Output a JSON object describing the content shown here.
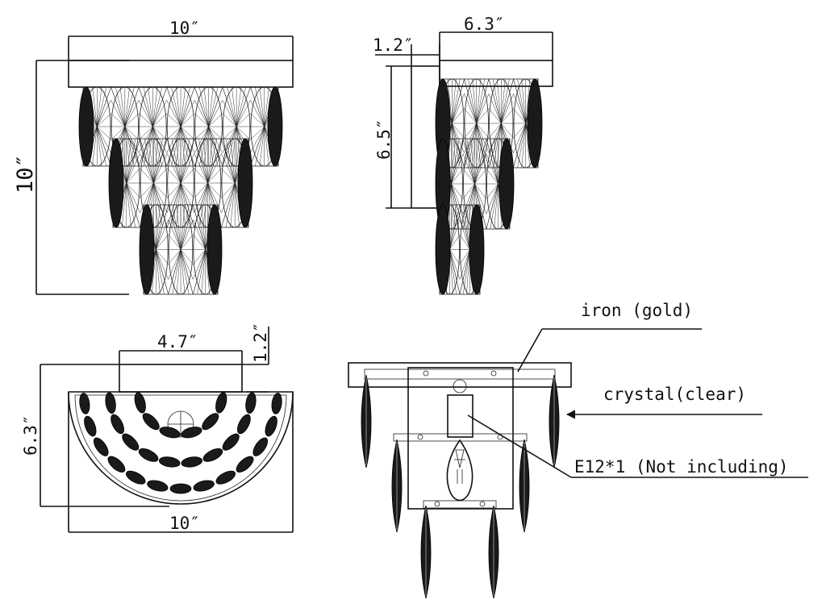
{
  "front_view": {
    "width_label": "10″",
    "height_label": "10″"
  },
  "side_view": {
    "depth_label": "6.3″",
    "plate_label": "1.2″",
    "height_label": "6.5″"
  },
  "top_view": {
    "backplate_width_label": "4.7″",
    "plate_depth_label": "1.2″",
    "depth_label": "6.3″",
    "width_label": "10″"
  },
  "detail_view": {
    "material_label": "iron (gold)",
    "crystal_label": "crystal(clear)",
    "bulb_label": "E12*1 (Not including)"
  }
}
